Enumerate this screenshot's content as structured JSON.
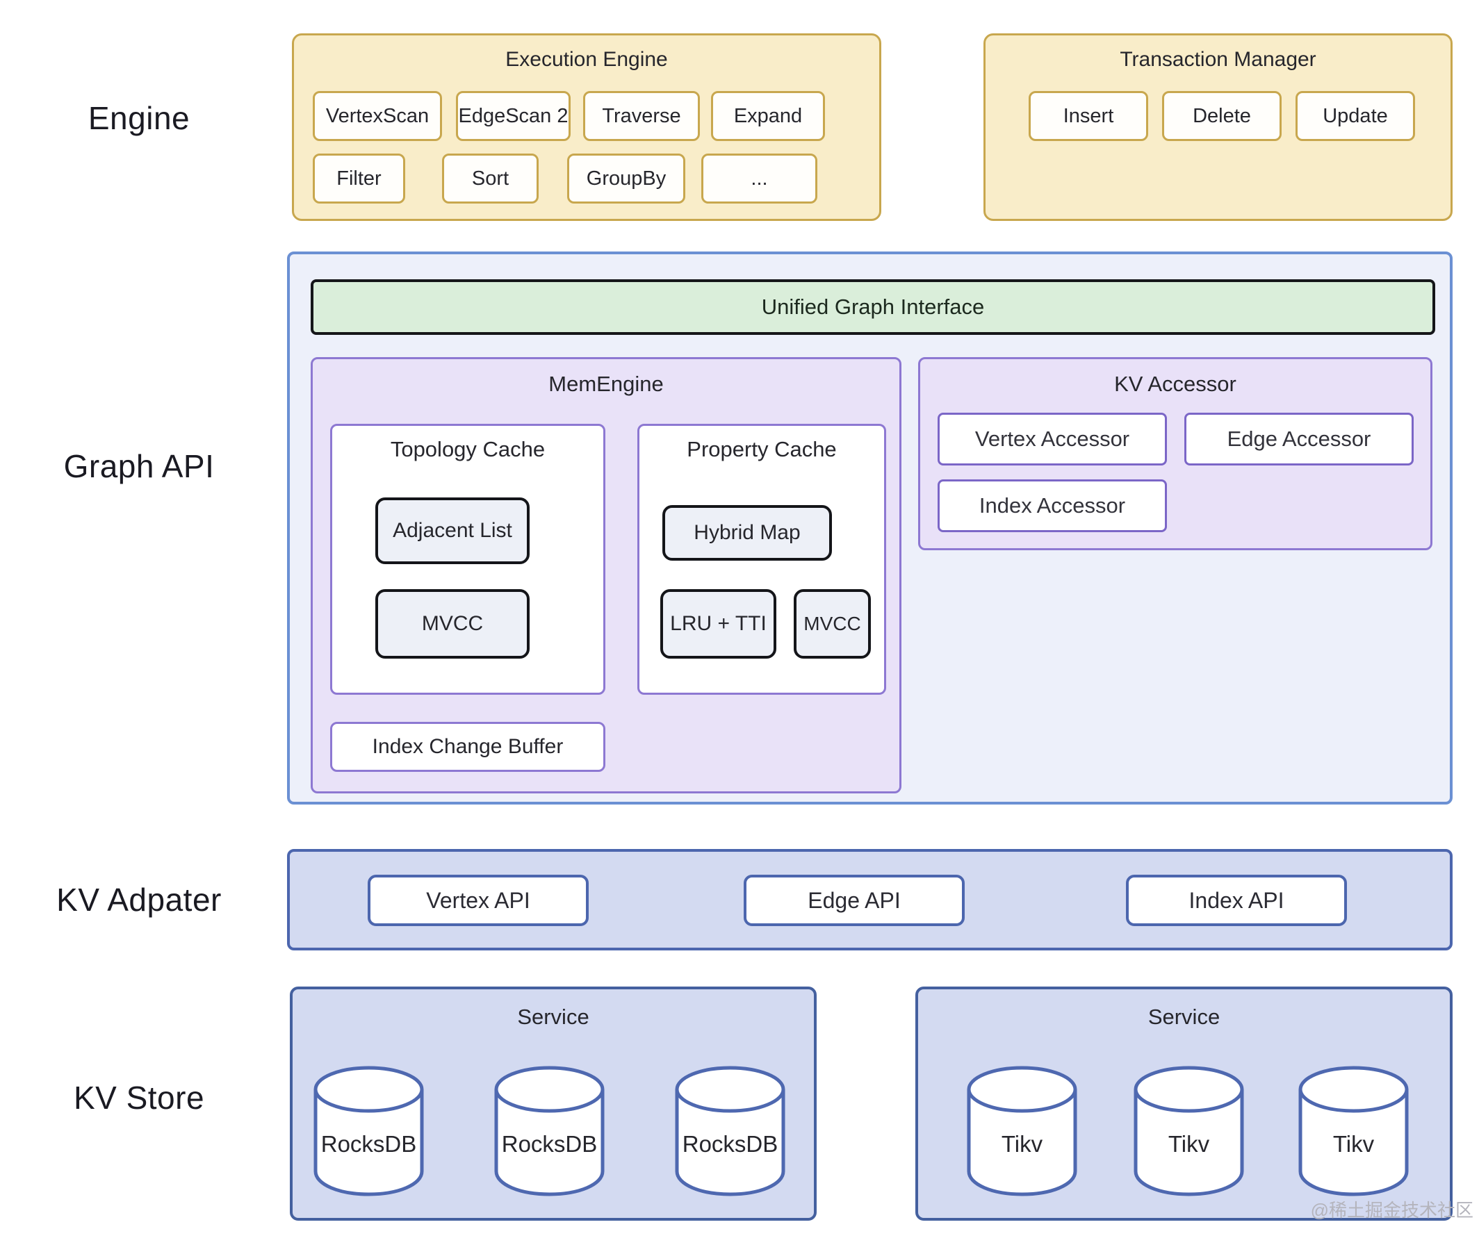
{
  "labels": {
    "engine": "Engine",
    "graph_api": "Graph API",
    "kv_adapter": "KV Adpater",
    "kv_store": "KV Store"
  },
  "engine_row": {
    "execution_engine": {
      "title": "Execution Engine",
      "operators_row1": [
        "VertexScan",
        "EdgeScan 2",
        "Traverse",
        "Expand"
      ],
      "operators_row2": [
        "Filter",
        "Sort",
        "GroupBy",
        "..."
      ]
    },
    "transaction_manager": {
      "title": "Transaction Manager",
      "operations": [
        "Insert",
        "Delete",
        "Update"
      ]
    }
  },
  "graph_api_row": {
    "unified_graph_interface": "Unified Graph Interface",
    "mem_engine": {
      "title": "MemEngine",
      "topology_cache": {
        "title": "Topology Cache",
        "items": [
          "Adjacent List",
          "MVCC"
        ]
      },
      "property_cache": {
        "title": "Property Cache",
        "items": [
          "Hybrid Map",
          "LRU + TTI",
          "MVCC"
        ]
      },
      "index_change_buffer": "Index Change Buffer"
    },
    "kv_accessor": {
      "title": "KV Accessor",
      "items": [
        "Vertex Accessor",
        "Edge Accessor",
        "Index Accessor"
      ]
    }
  },
  "kv_adapter_row": {
    "apis": [
      "Vertex API",
      "Edge API",
      "Index API"
    ]
  },
  "kv_store_row": {
    "services": [
      {
        "title": "Service",
        "nodes": [
          "RocksDB",
          "RocksDB",
          "RocksDB"
        ]
      },
      {
        "title": "Service",
        "nodes": [
          "Tikv",
          "Tikv",
          "Tikv"
        ]
      }
    ]
  },
  "watermark": "@稀土掘金技术社区",
  "colors": {
    "engine_fill": "#f9edc9",
    "engine_border": "#c8a74e",
    "graph_panel_fill": "#edf0fa",
    "graph_panel_border": "#6b90d3",
    "interface_fill": "#daeeda",
    "interface_border": "#151619",
    "mem_fill": "#e9e2f8",
    "mem_border": "#8d78d2",
    "adapter_fill": "#d3daf1",
    "adapter_border": "#4c66ae",
    "service_border": "#44609f",
    "cylinder_stroke": "#4e68b0"
  }
}
